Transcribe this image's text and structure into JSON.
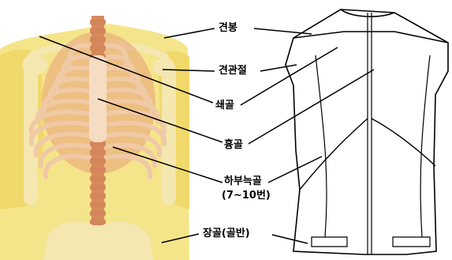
{
  "labels": {
    "shoulder": "견봉",
    "shoulder_joint": "견관절",
    "clavicle": "쇄골",
    "sternum": "흉골",
    "lower_ribs": "하부늑골",
    "lower_ribs_range": "(7~10번)",
    "pelvis": "장골(골반)"
  },
  "colors": {
    "skin": "#f3e07a",
    "bone": "#f0c9a6",
    "bone_dark": "#d3865a",
    "cartilage": "#eed8b8",
    "line": "#000000"
  }
}
